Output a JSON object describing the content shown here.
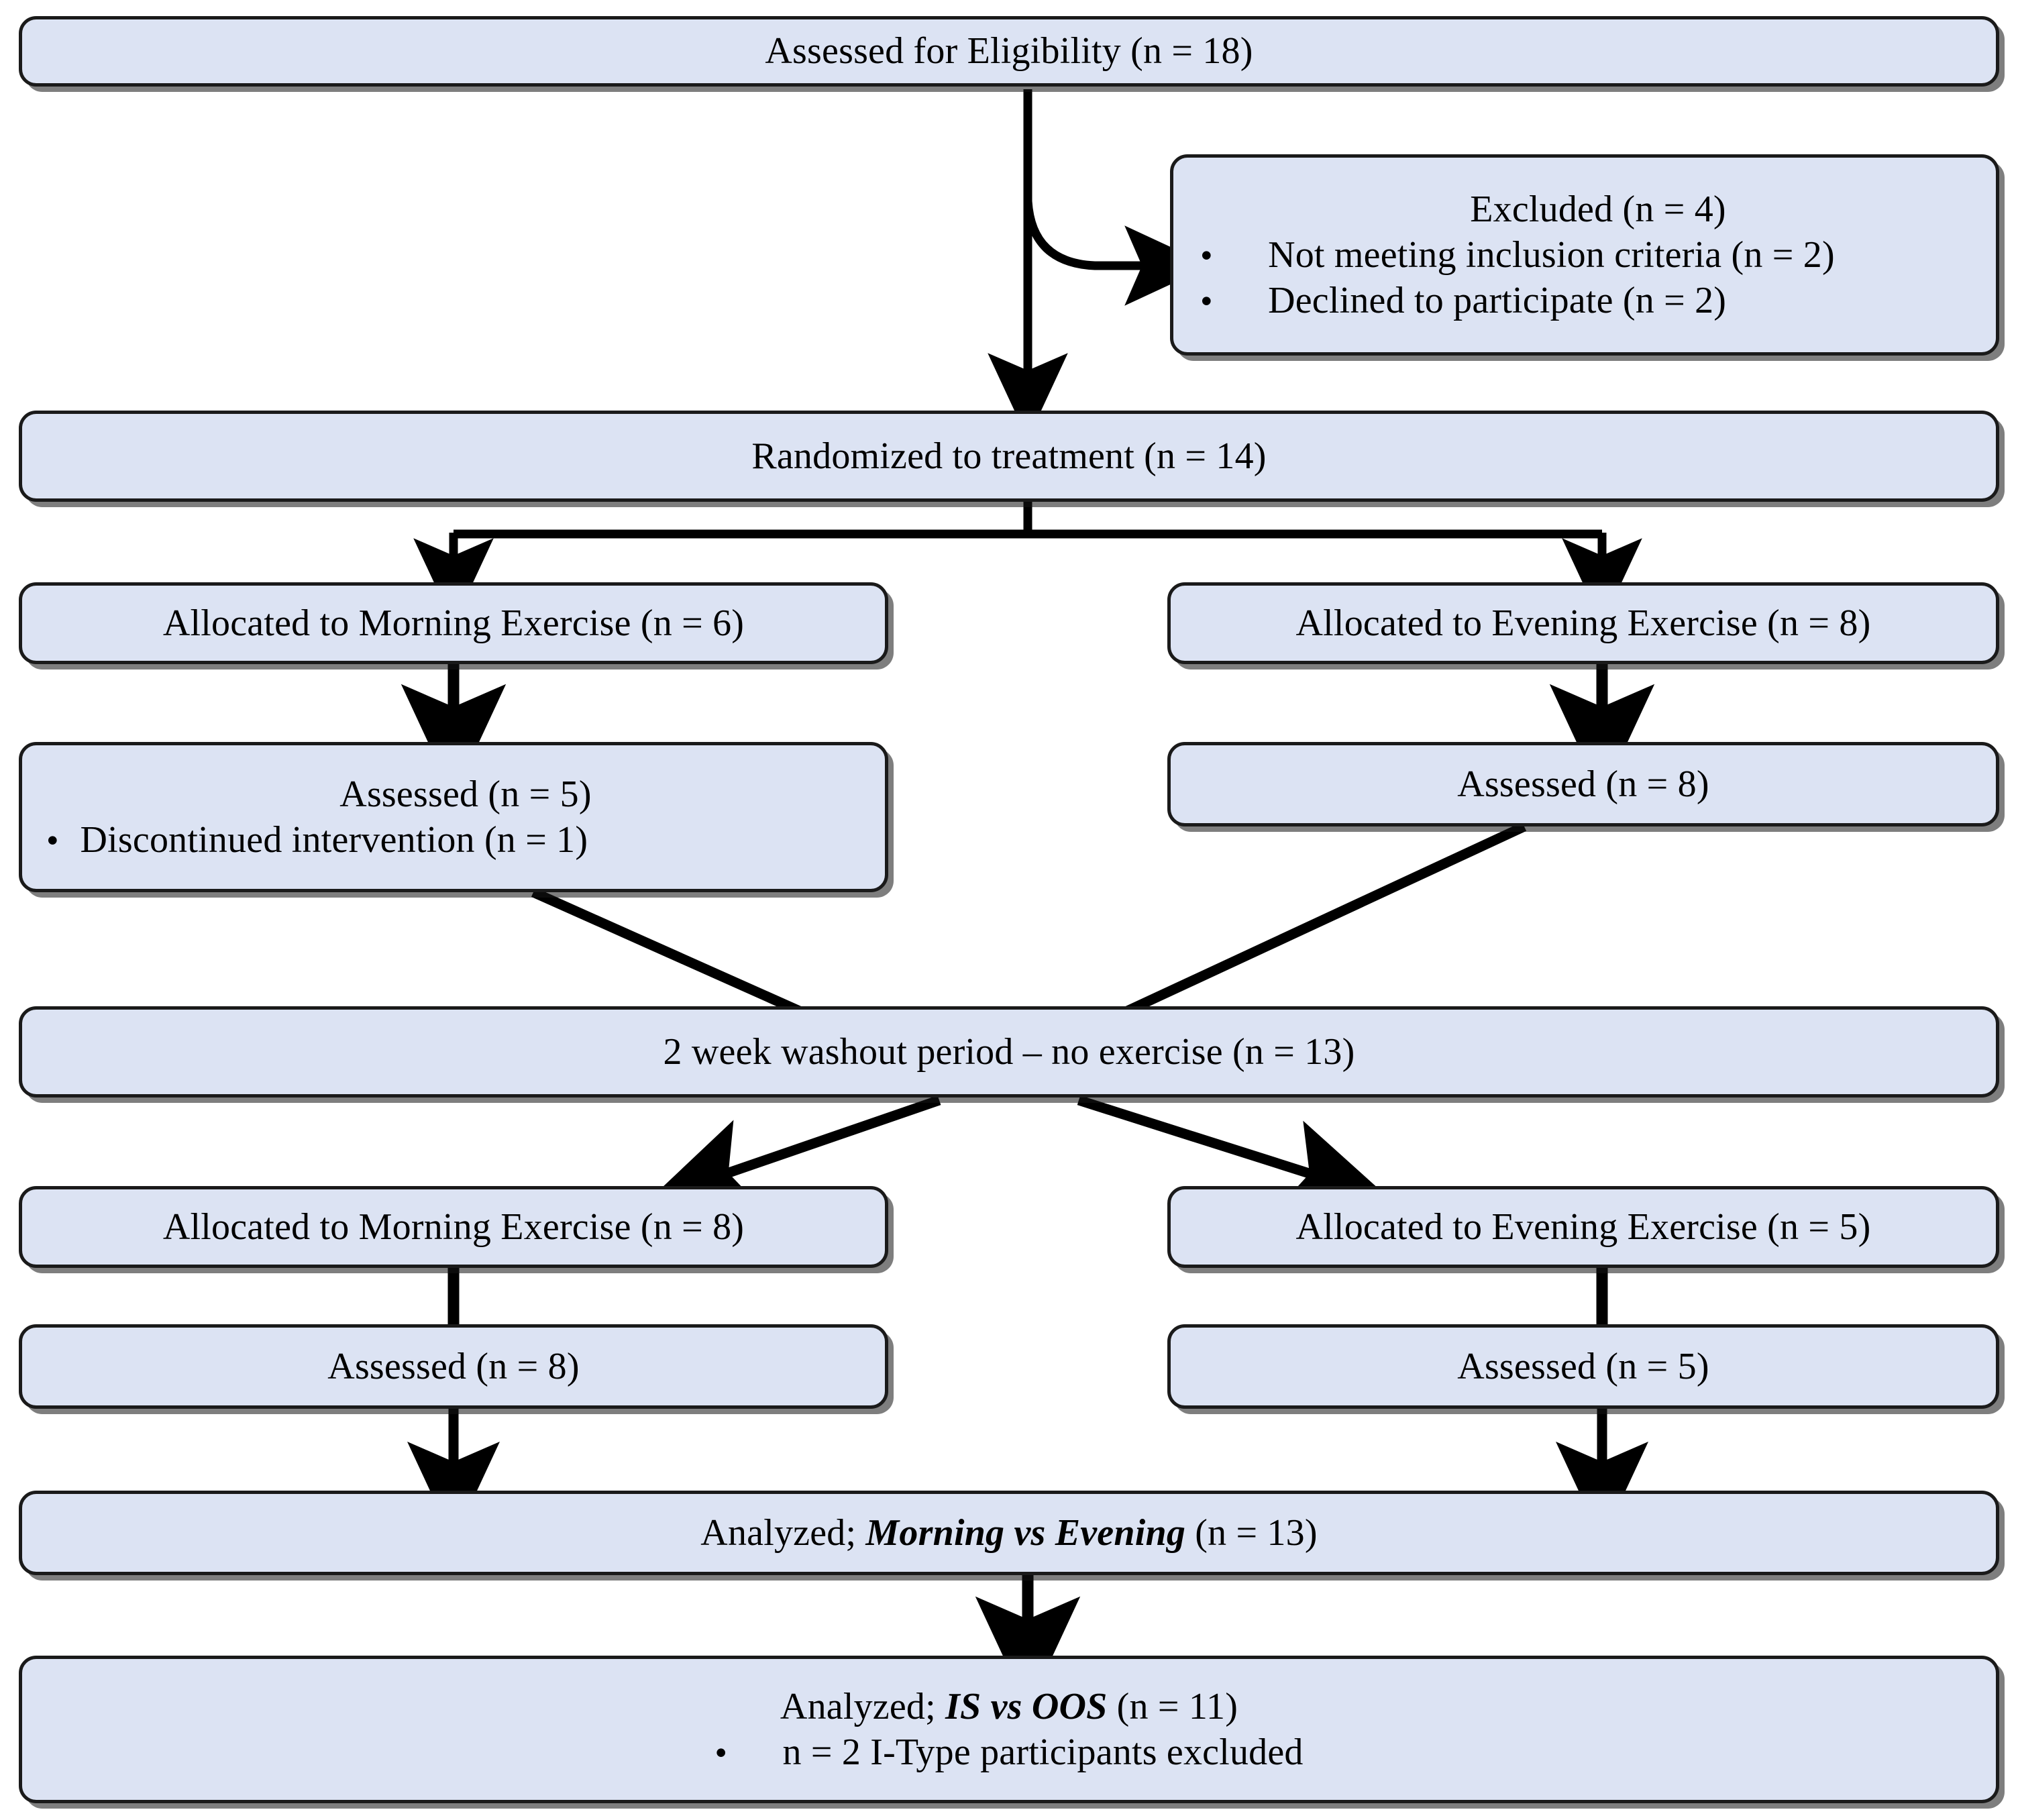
{
  "diagram": {
    "type": "consort-flow-diagram",
    "title": "CONSORT participant flow diagram",
    "colors": {
      "box_fill": "#dce3f3",
      "box_border": "#1a1a1a",
      "connector": "#000000",
      "page_background": "#ffffff",
      "text": "#000000"
    },
    "nodes": {
      "assessed_eligibility": {
        "id": "assessed-for-eligibility",
        "text": "Assessed for Eligibility (n = 18)",
        "n": 18
      },
      "excluded": {
        "id": "excluded",
        "heading": "Excluded (n = 4)",
        "n": 4,
        "bullets": [
          "Not meeting inclusion criteria (n = 2)",
          "Declined to participate (n = 2)"
        ]
      },
      "randomized": {
        "id": "randomized-to-treatment",
        "text": "Randomized to treatment (n = 14)",
        "n": 14
      },
      "alloc_morning_1": {
        "id": "allocated-morning-exercise-period-1",
        "text": "Allocated to Morning Exercise (n = 6)",
        "n": 6
      },
      "alloc_evening_1": {
        "id": "allocated-evening-exercise-period-1",
        "text": "Allocated to Evening Exercise (n = 8)",
        "n": 8
      },
      "assessed_morning_1": {
        "id": "assessed-morning-period-1",
        "heading": "Assessed (n = 5)",
        "n": 5,
        "bullets": [
          "Discontinued intervention (n = 1)"
        ]
      },
      "assessed_evening_1": {
        "id": "assessed-evening-period-1",
        "text": "Assessed (n = 8)",
        "n": 8
      },
      "washout": {
        "id": "washout-period",
        "text": "2 week washout period – no exercise (n = 13)",
        "n": 13
      },
      "alloc_morning_2": {
        "id": "allocated-morning-exercise-period-2",
        "text": "Allocated to Morning Exercise (n = 8)",
        "n": 8
      },
      "alloc_evening_2": {
        "id": "allocated-evening-exercise-period-2",
        "text": "Allocated to Evening Exercise (n = 5)",
        "n": 5
      },
      "assessed_morning_2": {
        "id": "assessed-morning-period-2",
        "text": "Assessed (n = 8)",
        "n": 8
      },
      "assessed_evening_2": {
        "id": "assessed-evening-period-2",
        "text": "Assessed (n = 5)",
        "n": 5
      },
      "analyzed_morning_evening": {
        "id": "analyzed-morning-vs-evening",
        "prefix": "Analyzed; ",
        "emphasis": "Morning vs Evening",
        "suffix": " (n = 13)",
        "n": 13
      },
      "analyzed_is_oos": {
        "id": "analyzed-is-vs-oos",
        "prefix": "Analyzed; ",
        "emphasis": "IS vs OOS",
        "suffix": " (n = 11)",
        "n": 11,
        "bullets": [
          "n = 2 I-Type participants excluded"
        ]
      }
    },
    "edges": [
      {
        "id": "eligibility-to-randomized",
        "from": "assessed_eligibility",
        "to": "randomized",
        "style": "straight-down-arrow"
      },
      {
        "id": "eligibility-to-excluded",
        "from": "assessed_eligibility",
        "to": "excluded",
        "style": "curved-right-arrow"
      },
      {
        "id": "randomized-split-morning",
        "from": "randomized",
        "to": "alloc_morning_1",
        "style": "bracket-split-arrow"
      },
      {
        "id": "randomized-split-evening",
        "from": "randomized",
        "to": "alloc_evening_1",
        "style": "bracket-split-arrow"
      },
      {
        "id": "alloc-morning-1-to-assessed",
        "from": "alloc_morning_1",
        "to": "assessed_morning_1",
        "style": "straight-down-arrow"
      },
      {
        "id": "alloc-evening-1-to-assessed",
        "from": "alloc_evening_1",
        "to": "assessed_evening_1",
        "style": "straight-down-arrow"
      },
      {
        "id": "assessed-morning-1-to-washout",
        "from": "assessed_morning_1",
        "to": "washout",
        "style": "diagonal-line"
      },
      {
        "id": "assessed-evening-1-to-washout",
        "from": "assessed_evening_1",
        "to": "washout",
        "style": "diagonal-line"
      },
      {
        "id": "washout-to-alloc-morning-2",
        "from": "washout",
        "to": "alloc_morning_2",
        "style": "diagonal-arrow"
      },
      {
        "id": "washout-to-alloc-evening-2",
        "from": "washout",
        "to": "alloc_evening_2",
        "style": "diagonal-arrow"
      },
      {
        "id": "alloc-morning-2-to-assessed",
        "from": "alloc_morning_2",
        "to": "assessed_morning_2",
        "style": "straight-down-arrow"
      },
      {
        "id": "alloc-evening-2-to-assessed",
        "from": "alloc_evening_2",
        "to": "assessed_evening_2",
        "style": "straight-down-arrow"
      },
      {
        "id": "assessed-morning-2-to-analyzed",
        "from": "assessed_morning_2",
        "to": "analyzed_morning_evening",
        "style": "straight-down-arrow"
      },
      {
        "id": "assessed-evening-2-to-analyzed",
        "from": "assessed_evening_2",
        "to": "analyzed_morning_evening",
        "style": "straight-down-arrow"
      },
      {
        "id": "analyzed-to-final",
        "from": "analyzed_morning_evening",
        "to": "analyzed_is_oos",
        "style": "straight-down-arrow"
      }
    ]
  }
}
